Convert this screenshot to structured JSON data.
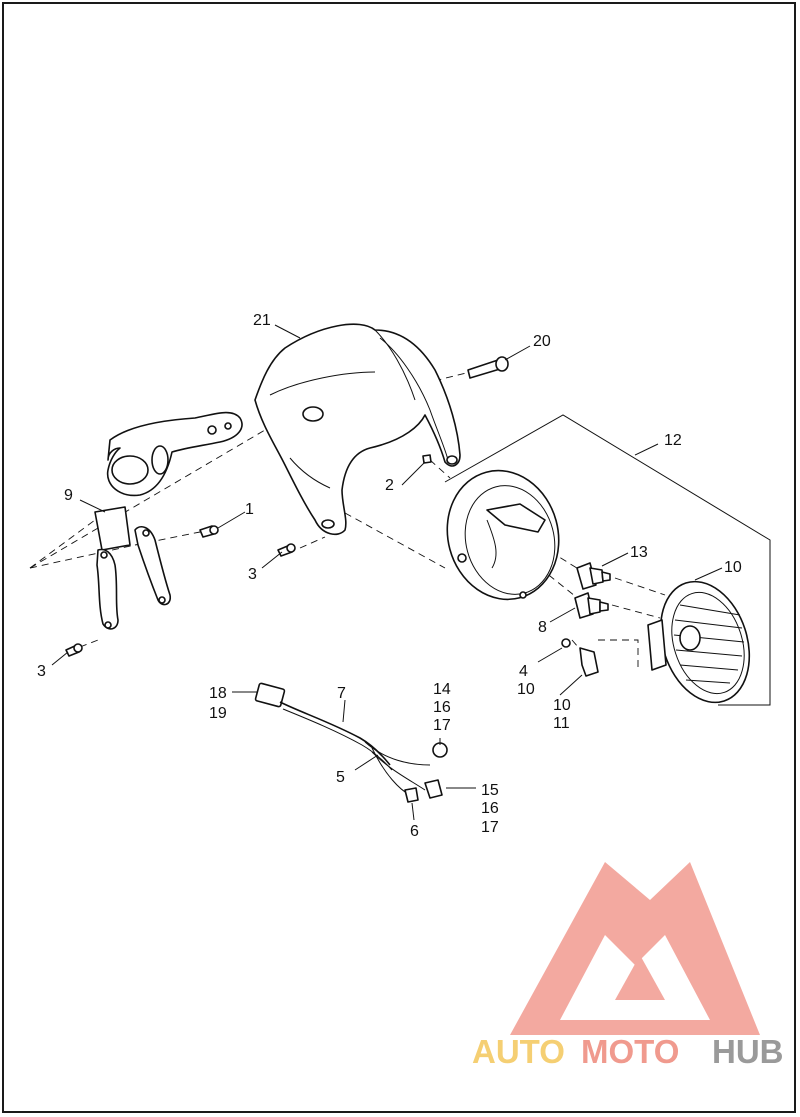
{
  "callouts": [
    {
      "id": "c21",
      "text": "21"
    },
    {
      "id": "c20",
      "text": "20"
    },
    {
      "id": "c12",
      "text": "12"
    },
    {
      "id": "c2",
      "text": "2"
    },
    {
      "id": "c9",
      "text": "9"
    },
    {
      "id": "c1",
      "text": "1"
    },
    {
      "id": "c3a",
      "text": "3"
    },
    {
      "id": "c3b",
      "text": "3"
    },
    {
      "id": "c13",
      "text": "13"
    },
    {
      "id": "c10a",
      "text": "10"
    },
    {
      "id": "c8",
      "text": "8"
    },
    {
      "id": "c4",
      "text": "4"
    },
    {
      "id": "c10b",
      "text": "10"
    },
    {
      "id": "c10c",
      "text": "10"
    },
    {
      "id": "c11",
      "text": "11"
    },
    {
      "id": "c18",
      "text": "18"
    },
    {
      "id": "c19",
      "text": "19"
    },
    {
      "id": "c7",
      "text": "7"
    },
    {
      "id": "c14",
      "text": "14"
    },
    {
      "id": "c16a",
      "text": "16"
    },
    {
      "id": "c17a",
      "text": "17"
    },
    {
      "id": "c5",
      "text": "5"
    },
    {
      "id": "c15",
      "text": "15"
    },
    {
      "id": "c16b",
      "text": "16"
    },
    {
      "id": "c17b",
      "text": "17"
    },
    {
      "id": "c6",
      "text": "6"
    }
  ],
  "watermark": {
    "part1": "AUTO",
    "part2": "MOTO",
    "part3": "HUB",
    "colors": {
      "auto": "#f5cf73",
      "moto": "#f09a8e",
      "hub": "#9a9a9a",
      "logo": "#f2a096"
    }
  }
}
